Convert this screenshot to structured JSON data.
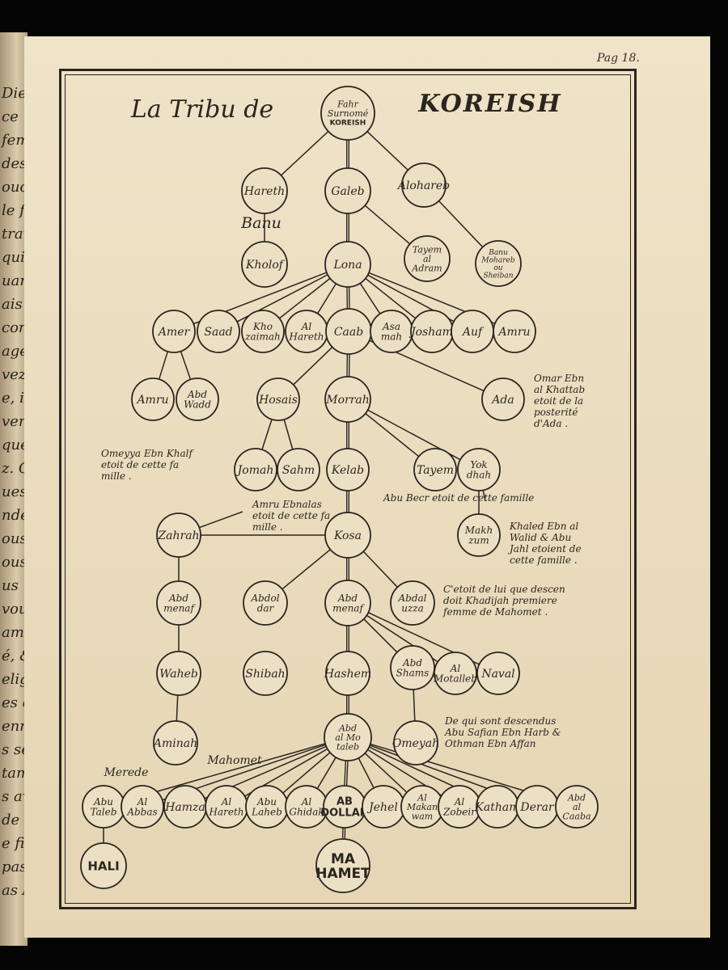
{
  "page_number": "Pag 18.",
  "title": {
    "prefix": "La Tribu de",
    "main": "KOREISH"
  },
  "left_page_fragments": [
    "Die",
    "ce",
    "fem",
    "des",
    "ouch",
    "le fr",
    "trave",
    "qui",
    "uame",
    "ais l",
    "con",
    "ages",
    "vez q",
    "e, il",
    "ver co",
    "que",
    "z. Ov",
    "ues, d",
    "nde l",
    "ous le",
    "ous m",
    "us rec",
    "vous",
    "ament",
    "é, & p",
    "eligio",
    "es en",
    "enne,",
    "s se re",
    "tamen",
    "s avoi",
    "de leu",
    "e fidel",
    "pas",
    "as Arc"
  ],
  "nodes": [
    {
      "id": "fahr",
      "lines": [
        "Fahr",
        "Surnomé",
        "KOREISH"
      ],
      "caps_last": true
    },
    {
      "id": "hareth",
      "lines": [
        "Hareth"
      ]
    },
    {
      "id": "galeb",
      "lines": [
        "Galeb"
      ]
    },
    {
      "id": "alohareb",
      "lines": [
        "Alohareb"
      ]
    },
    {
      "id": "kholof",
      "lines": [
        "Kholof"
      ]
    },
    {
      "id": "lona",
      "lines": [
        "Lona"
      ]
    },
    {
      "id": "tayem1",
      "lines": [
        "Tayem",
        "al",
        "Adram"
      ]
    },
    {
      "id": "banumoh",
      "lines": [
        "Banu",
        "Mohareb",
        "ou",
        "Sheiban"
      ]
    },
    {
      "id": "amer",
      "lines": [
        "Amer"
      ]
    },
    {
      "id": "saad",
      "lines": [
        "Saad"
      ]
    },
    {
      "id": "khozaimah",
      "lines": [
        "Kho",
        "zaimah"
      ]
    },
    {
      "id": "alhareth",
      "lines": [
        "Al",
        "Hareth"
      ]
    },
    {
      "id": "caab",
      "lines": [
        "Caab"
      ]
    },
    {
      "id": "asamah",
      "lines": [
        "Asa",
        "mah"
      ]
    },
    {
      "id": "josham",
      "lines": [
        "Josham"
      ]
    },
    {
      "id": "auf",
      "lines": [
        "Auf"
      ]
    },
    {
      "id": "amru1",
      "lines": [
        "Amru"
      ]
    },
    {
      "id": "amru2",
      "lines": [
        "Amru"
      ]
    },
    {
      "id": "abdwadd",
      "lines": [
        "Abd",
        "Wadd"
      ]
    },
    {
      "id": "hosais",
      "lines": [
        "Hosais"
      ]
    },
    {
      "id": "morrah",
      "lines": [
        "Morrah"
      ]
    },
    {
      "id": "ada",
      "lines": [
        "Ada"
      ]
    },
    {
      "id": "jomah",
      "lines": [
        "Jomah"
      ]
    },
    {
      "id": "sahm",
      "lines": [
        "Sahm"
      ]
    },
    {
      "id": "kelab",
      "lines": [
        "Kelab"
      ]
    },
    {
      "id": "tayem2",
      "lines": [
        "Tayem"
      ]
    },
    {
      "id": "yokdhah",
      "lines": [
        "Yok",
        "dhah"
      ]
    },
    {
      "id": "makhzum",
      "lines": [
        "Makh",
        "zum"
      ]
    },
    {
      "id": "zahrah",
      "lines": [
        "Zahrah"
      ]
    },
    {
      "id": "kosa",
      "lines": [
        "Kosa"
      ]
    },
    {
      "id": "abdmenaf1",
      "lines": [
        "Abd",
        "menaf"
      ]
    },
    {
      "id": "abdoldar",
      "lines": [
        "Abdol",
        "dar"
      ]
    },
    {
      "id": "abdmenaf2",
      "lines": [
        "Abd",
        "menaf"
      ]
    },
    {
      "id": "abdaluzza",
      "lines": [
        "Abdal",
        "uzza"
      ]
    },
    {
      "id": "waheb",
      "lines": [
        "Waheb"
      ]
    },
    {
      "id": "shibah",
      "lines": [
        "Shibah"
      ]
    },
    {
      "id": "hashem",
      "lines": [
        "Hashem"
      ]
    },
    {
      "id": "abdshams",
      "lines": [
        "Abd",
        "Shams"
      ]
    },
    {
      "id": "almotalleb",
      "lines": [
        "Al",
        "Motalleb"
      ]
    },
    {
      "id": "naval",
      "lines": [
        "Naval"
      ]
    },
    {
      "id": "aminah",
      "lines": [
        "Aminah"
      ]
    },
    {
      "id": "abdalmotaleb",
      "lines": [
        "Abd",
        "al Mo",
        "taleb"
      ]
    },
    {
      "id": "omeyah",
      "lines": [
        "Omeyah"
      ]
    },
    {
      "id": "abutaleb",
      "lines": [
        "Abu",
        "Taleb"
      ]
    },
    {
      "id": "alabbas",
      "lines": [
        "Al",
        "Abbas"
      ]
    },
    {
      "id": "hamza",
      "lines": [
        "Hamza"
      ]
    },
    {
      "id": "alhareth2",
      "lines": [
        "Al",
        "Hareth"
      ]
    },
    {
      "id": "abulaheb",
      "lines": [
        "Abu",
        "Laheb"
      ]
    },
    {
      "id": "alghidak",
      "lines": [
        "Al",
        "Ghidak"
      ]
    },
    {
      "id": "abdollah",
      "lines": [
        "AB",
        "DOLLAH"
      ],
      "caps": true
    },
    {
      "id": "jehel",
      "lines": [
        "Jehel"
      ]
    },
    {
      "id": "almakanwam",
      "lines": [
        "Al",
        "Makan",
        "wam"
      ]
    },
    {
      "id": "alzobeir",
      "lines": [
        "Al",
        "Zobeir"
      ]
    },
    {
      "id": "katham",
      "lines": [
        "Katham"
      ]
    },
    {
      "id": "derar",
      "lines": [
        "Derar"
      ]
    },
    {
      "id": "abdalcaaba",
      "lines": [
        "Abd",
        "al",
        "Caaba"
      ]
    },
    {
      "id": "hali",
      "lines": [
        "HALI"
      ],
      "caps": true
    },
    {
      "id": "mahamet",
      "lines": [
        "MA",
        "HAMET"
      ],
      "caps": true
    }
  ],
  "labels": {
    "banu": "Banu",
    "merede": "Merede",
    "mahomet": "Mahomet"
  },
  "notes": [
    {
      "id": "note-omar",
      "lines": [
        "Omar Ebn",
        "al Khattab",
        "etoit de la",
        "posterité",
        "d'Ada ."
      ]
    },
    {
      "id": "note-omeyya",
      "lines": [
        "Omeyya Ebn Khalf",
        "etoit de cette fa",
        "mille ."
      ]
    },
    {
      "id": "note-amru",
      "lines": [
        "Amru Ebnalas",
        "etoit de cette fa",
        "mille ."
      ]
    },
    {
      "id": "note-abubecr",
      "lines": [
        "Abu Becr etoit  de cette famille"
      ]
    },
    {
      "id": "note-khaled",
      "lines": [
        "Khaled Ebn al",
        "Walid & Abu",
        "Jahl etoient de",
        "cette famille ."
      ]
    },
    {
      "id": "note-khadijah",
      "lines": [
        "C'etoit de lui que descen",
        "doit Khadijah premiere",
        "femme de Mahomet ."
      ]
    },
    {
      "id": "note-abusafian",
      "lines": [
        "De qui sont descendus",
        "Abu Safian Ebn Harb &",
        "Othman Ebn Affan"
      ]
    }
  ]
}
